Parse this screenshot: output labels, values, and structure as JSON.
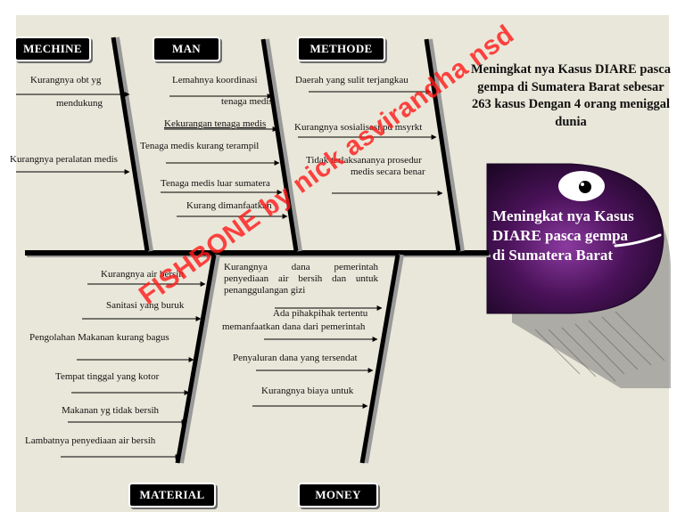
{
  "categories": {
    "mechine": "MECHINE",
    "man": "MAN",
    "methode": "METHODE",
    "material": "MATERIAL",
    "money": "MONEY"
  },
  "causes": {
    "mechine": [
      "Kurangnya obt yg",
      "mendukung",
      "Kurangnya peralatan medis"
    ],
    "man": [
      "Lemahnya koordinasi",
      "tenaga medis",
      "Kekurangan tenaga medis",
      "Tenaga medis kurang terampil",
      "Tenaga medis luar sumatera",
      "Kurang dimanfaatkan"
    ],
    "methode": [
      "Daerah yang sulit terjangkau",
      "Kurangnya sosialisasi pd msyrkt",
      "Tidak terlaksananya prosedur",
      "medis secara benar"
    ],
    "material": [
      "Kurangnya  air bersih",
      "Sanitasi yang buruk",
      "Pengolahan Makanan kurang bagus",
      "Tempat tinggal yang kotor",
      "Makanan yg tidak bersih",
      "Lambatnya penyediaan air bersih"
    ],
    "money": [
      "Kurangnya dana pemerintah penyediaan air bersih dan untuk penanggulangan gizi",
      "Ada pihakpihak tertentu",
      "memanfaatkan dana dari pemerintah",
      "Penyaluran dana yang tersendat",
      "Kurangnya biaya untuk"
    ]
  },
  "effect": {
    "title": "Meningkat nya Kasus DIARE pasca gempa di Sumatera Barat sebesar 263 kasus  Dengan 4 orang meniggal dunia",
    "head": "Meningkat nya Kasus DIARE pasca gempa di Sumatera Barat"
  },
  "watermark": "FISHBONE by nick asvirandha nsd",
  "colors": {
    "background": "#e9e7d9",
    "bone": "#000000",
    "bone_shadow": "#9a9a9a",
    "fish_head": "#3b0f47",
    "watermark": "#ff1d1d"
  }
}
